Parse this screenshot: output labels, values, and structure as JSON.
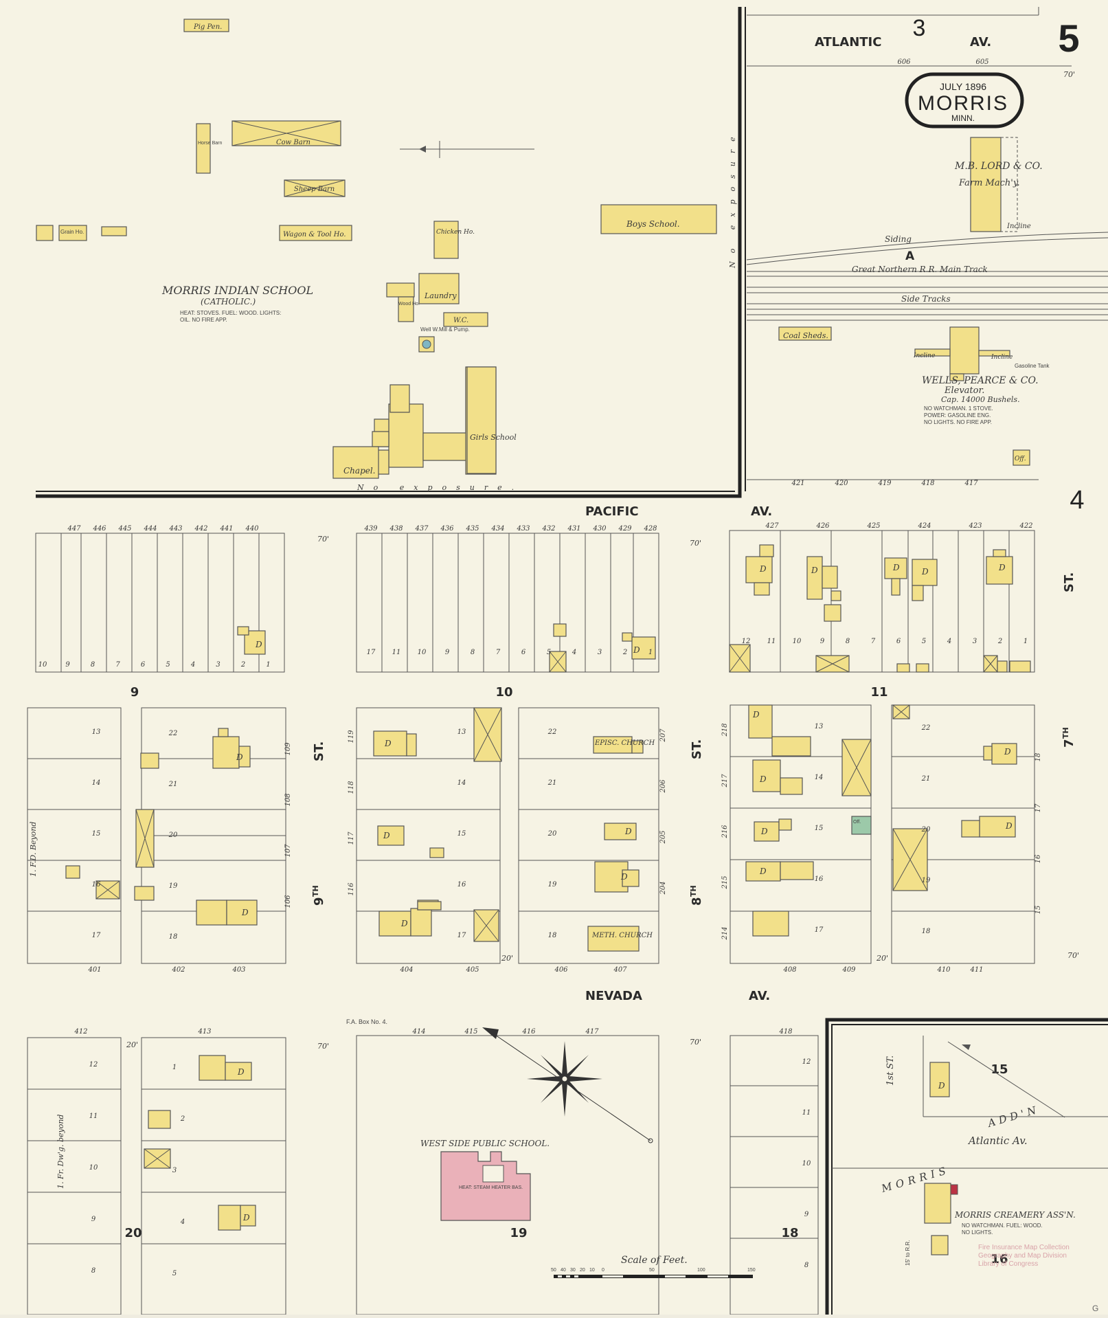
{
  "sheet": {
    "number": "5",
    "adjacent_sheet_north": "3",
    "adjacent_sheet_east": "4",
    "corner_mark": "G"
  },
  "title_cartouche": {
    "date": "JULY 1896",
    "city": "MORRIS",
    "state": "MINN."
  },
  "streets": {
    "atlantic": [
      "ATLANTIC",
      "AV."
    ],
    "pacific": [
      "PACIFIC",
      "AV."
    ],
    "nevada": [
      "NEVADA",
      "AV."
    ],
    "ninth": [
      "9",
      "TH",
      "ST."
    ],
    "eighth": [
      "8",
      "TH",
      "ST."
    ],
    "seventh": [
      "7",
      "TH",
      "ST."
    ],
    "first": "1st ST.",
    "atlantic_addn": "Atlantic Av.",
    "addn_name": [
      "MORRIS",
      "ADD'N"
    ]
  },
  "blocks": [
    "9",
    "10",
    "11",
    "20",
    "19",
    "18",
    "15",
    "16"
  ],
  "railroad": {
    "main": "Great Northern R.R. Main Track",
    "side": "Side Tracks",
    "siding": "Siding",
    "label": "A"
  },
  "indian_school": {
    "name": "MORRIS INDIAN SCHOOL",
    "subtitle": "(CATHOLIC.)",
    "notes": [
      "HEAT: STOVES. FUEL: WOOD. LIGHTS:",
      "OIL. NO FIRE APP."
    ],
    "no_exposure": "No exposure.",
    "buildings": {
      "pig_pen": "Pig Pen.",
      "cow_barn": "Cow Barn",
      "horse_barn": "Horse Barn",
      "sheep_barn": "Sheep Barn",
      "wagon": "Wagon & Tool Ho.",
      "grain": "Grain Ho.",
      "chicken": "Chicken Ho.",
      "boys": "Boys School.",
      "laundry": "Laundry",
      "wood": "Wood Ho.",
      "wc": "W.C.",
      "well": "Well W.Mill & Pump.",
      "chapel": "Chapel.",
      "girls": "Girls School"
    }
  },
  "commercial": {
    "lord": "M.B. LORD & CO.",
    "lord_sub": "Farm Mach'y.",
    "incline": "Incline",
    "coal": "Coal Sheds.",
    "wells": "WELLS, PEARCE & CO.",
    "elevator": "Elevator.",
    "capacity": "Cap. 14000 Bushels.",
    "elevator_notes": [
      "NO WATCHMAN. 1 STOVE.",
      "POWER: GASOLINE ENG.",
      "NO LIGHTS. NO FIRE APP."
    ],
    "gasoline_tank": "Gasoline Tank",
    "office": "Off."
  },
  "churches": {
    "episc": "EPISC. CHURCH",
    "meth": "METH. CHURCH"
  },
  "school": {
    "name": "WEST SIDE PUBLIC SCHOOL.",
    "heat": "HEAT: STEAM HEATER BAS."
  },
  "creamery": {
    "name": "MORRIS CREAMERY ASS'N.",
    "notes": [
      "NO WATCHMAN. FUEL: WOOD.",
      "NO LIGHTS."
    ],
    "rr": "15' to R.R."
  },
  "misc": {
    "fire_box": "F.A. Box No. 4.",
    "no_exposure": "No exposure",
    "beyond_a": "1. F.D. Beyond",
    "beyond_b": "1. Fr. Dw'g. beyond",
    "house_code": "D",
    "distance_70": "70'",
    "distance_20": "20'",
    "office_small": "Off."
  },
  "house_numbers": {
    "pacific_w": [
      "447",
      "446",
      "445",
      "444",
      "443",
      "442",
      "441",
      "440"
    ],
    "pacific_m": [
      "439",
      "438",
      "437",
      "436",
      "435",
      "434",
      "433",
      "432",
      "431",
      "430",
      "429",
      "428"
    ],
    "pacific_e": [
      "427",
      "426",
      "425",
      "424",
      "423",
      "422"
    ],
    "elev_side": [
      "421",
      "420",
      "419",
      "418",
      "417"
    ],
    "atlantic": [
      "606",
      "605"
    ],
    "nevada_n": [
      "401",
      "402",
      "403",
      "404",
      "405",
      "406",
      "407",
      "408",
      "409",
      "410",
      "411"
    ],
    "nevada_s": [
      "412",
      "413",
      "414",
      "415",
      "416",
      "417",
      "418"
    ],
    "ninth_e": [
      "109",
      "108",
      "107",
      "106"
    ],
    "ninth_w": [
      "119",
      "118",
      "117",
      "116"
    ],
    "eighth_w": [
      "207",
      "206",
      "205",
      "204"
    ],
    "eighth_e": [
      "218",
      "217",
      "216",
      "215",
      "214"
    ],
    "seventh_w": [
      "18",
      "17",
      "16",
      "15"
    ]
  },
  "lot_numbers": {
    "b9_top": [
      "10",
      "9",
      "8",
      "7",
      "6",
      "5",
      "4",
      "3",
      "2",
      "1"
    ],
    "b10_top": [
      "17",
      "11",
      "10",
      "9",
      "8",
      "7",
      "6",
      "5",
      "4",
      "3",
      "2",
      "1"
    ],
    "b11_top": [
      "12",
      "11",
      "10",
      "9",
      "8",
      "7",
      "6",
      "5",
      "4",
      "3",
      "2",
      "1"
    ],
    "left_col": [
      "13",
      "14",
      "15",
      "16",
      "17"
    ],
    "b9_bot": [
      "22",
      "21",
      "20",
      "19",
      "18"
    ],
    "b10_bl": [
      "13",
      "14",
      "15",
      "16",
      "17"
    ],
    "b10_br": [
      "22",
      "21",
      "20",
      "19",
      "18"
    ],
    "b11_bl": [
      "13",
      "14",
      "15",
      "16",
      "17"
    ],
    "b11_br": [
      "22",
      "21",
      "20",
      "19",
      "18"
    ],
    "b20_lots": [
      "12",
      "11",
      "10",
      "9",
      "8"
    ],
    "b20_r": [
      "1",
      "2",
      "3",
      "4",
      "5"
    ],
    "b18_lots": [
      "12",
      "11",
      "10",
      "9",
      "8"
    ]
  },
  "scale": {
    "label": "Scale of Feet.",
    "ticks": [
      "50",
      "40",
      "30",
      "20",
      "10",
      "0",
      "50",
      "100",
      "150"
    ]
  },
  "stamp": [
    "Fire Insurance Map Collection",
    "Geography and Map Division",
    "Library of Congress"
  ]
}
